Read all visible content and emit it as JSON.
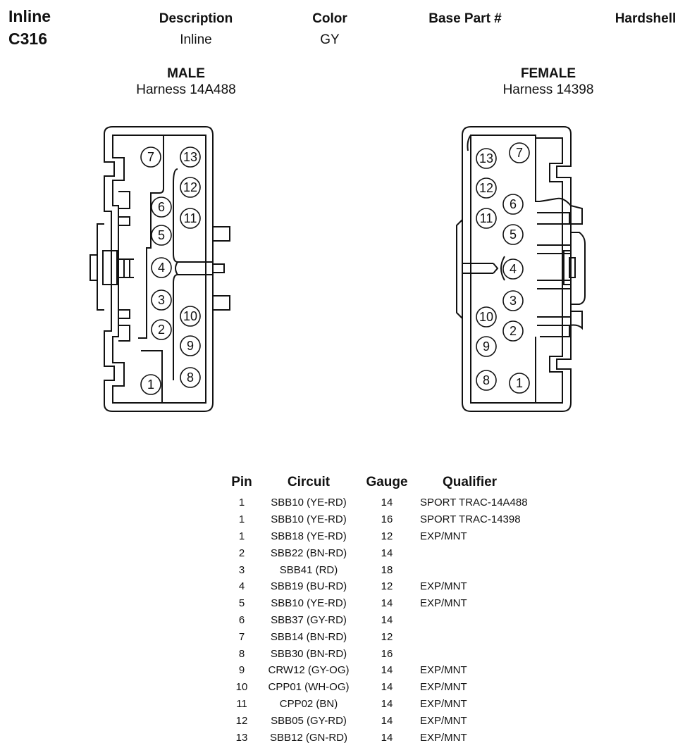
{
  "connector": {
    "type_line": "Inline",
    "id": "C316"
  },
  "header": {
    "description_label": "Description",
    "description_value": "Inline",
    "color_label": "Color",
    "color_value": "GY",
    "base_part_label": "Base Part #",
    "hardshell_label": "Hardshell"
  },
  "male": {
    "title": "MALE",
    "harness": "Harness 14A488",
    "pins": [
      "7",
      "13",
      "12",
      "6",
      "11",
      "5",
      "4",
      "3",
      "10",
      "2",
      "9",
      "1",
      "8"
    ]
  },
  "female": {
    "title": "FEMALE",
    "harness": "Harness 14398",
    "pins": [
      "13",
      "7",
      "12",
      "6",
      "11",
      "5",
      "4",
      "3",
      "10",
      "2",
      "9",
      "8",
      "1"
    ]
  },
  "table": {
    "headers": {
      "pin": "Pin",
      "circuit": "Circuit",
      "gauge": "Gauge",
      "qualifier": "Qualifier"
    },
    "rows": [
      {
        "pin": "1",
        "circuit": "SBB10 (YE-RD)",
        "gauge": "14",
        "qualifier": "SPORT TRAC-14A488"
      },
      {
        "pin": "1",
        "circuit": "SBB10 (YE-RD)",
        "gauge": "16",
        "qualifier": "SPORT TRAC-14398"
      },
      {
        "pin": "1",
        "circuit": "SBB18 (YE-RD)",
        "gauge": "12",
        "qualifier": "EXP/MNT"
      },
      {
        "pin": "2",
        "circuit": "SBB22 (BN-RD)",
        "gauge": "14",
        "qualifier": ""
      },
      {
        "pin": "3",
        "circuit": "SBB41 (RD)",
        "gauge": "18",
        "qualifier": ""
      },
      {
        "pin": "4",
        "circuit": "SBB19 (BU-RD)",
        "gauge": "12",
        "qualifier": "EXP/MNT"
      },
      {
        "pin": "5",
        "circuit": "SBB10 (YE-RD)",
        "gauge": "14",
        "qualifier": "EXP/MNT"
      },
      {
        "pin": "6",
        "circuit": "SBB37 (GY-RD)",
        "gauge": "14",
        "qualifier": ""
      },
      {
        "pin": "7",
        "circuit": "SBB14 (BN-RD)",
        "gauge": "12",
        "qualifier": ""
      },
      {
        "pin": "8",
        "circuit": "SBB30 (BN-RD)",
        "gauge": "16",
        "qualifier": ""
      },
      {
        "pin": "9",
        "circuit": "CRW12 (GY-OG)",
        "gauge": "14",
        "qualifier": "EXP/MNT"
      },
      {
        "pin": "10",
        "circuit": "CPP01 (WH-OG)",
        "gauge": "14",
        "qualifier": "EXP/MNT"
      },
      {
        "pin": "11",
        "circuit": "CPP02 (BN)",
        "gauge": "14",
        "qualifier": "EXP/MNT"
      },
      {
        "pin": "12",
        "circuit": "SBB05 (GY-RD)",
        "gauge": "14",
        "qualifier": "EXP/MNT"
      },
      {
        "pin": "13",
        "circuit": "SBB12 (GN-RD)",
        "gauge": "14",
        "qualifier": "EXP/MNT"
      }
    ]
  }
}
